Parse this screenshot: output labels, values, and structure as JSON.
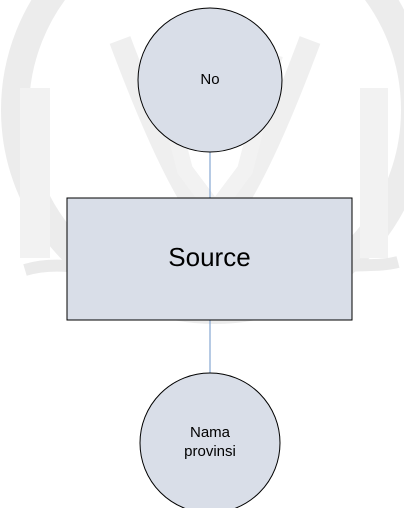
{
  "diagram": {
    "nodes": [
      {
        "id": "no",
        "shape": "circle",
        "label": "No"
      },
      {
        "id": "source",
        "shape": "rectangle",
        "label": "Source"
      },
      {
        "id": "nama_provinsi",
        "shape": "circle",
        "label": "Nama\nprovinsi"
      }
    ],
    "edges": [
      {
        "from": "source",
        "to": "no"
      },
      {
        "from": "source",
        "to": "nama_provinsi"
      }
    ],
    "colors": {
      "circle_fill": "#D9DEE8",
      "box_fill": "#D9DEE8",
      "node_border": "#000000",
      "connector": "#6E96C8",
      "watermark": "#E6E6E6"
    }
  }
}
